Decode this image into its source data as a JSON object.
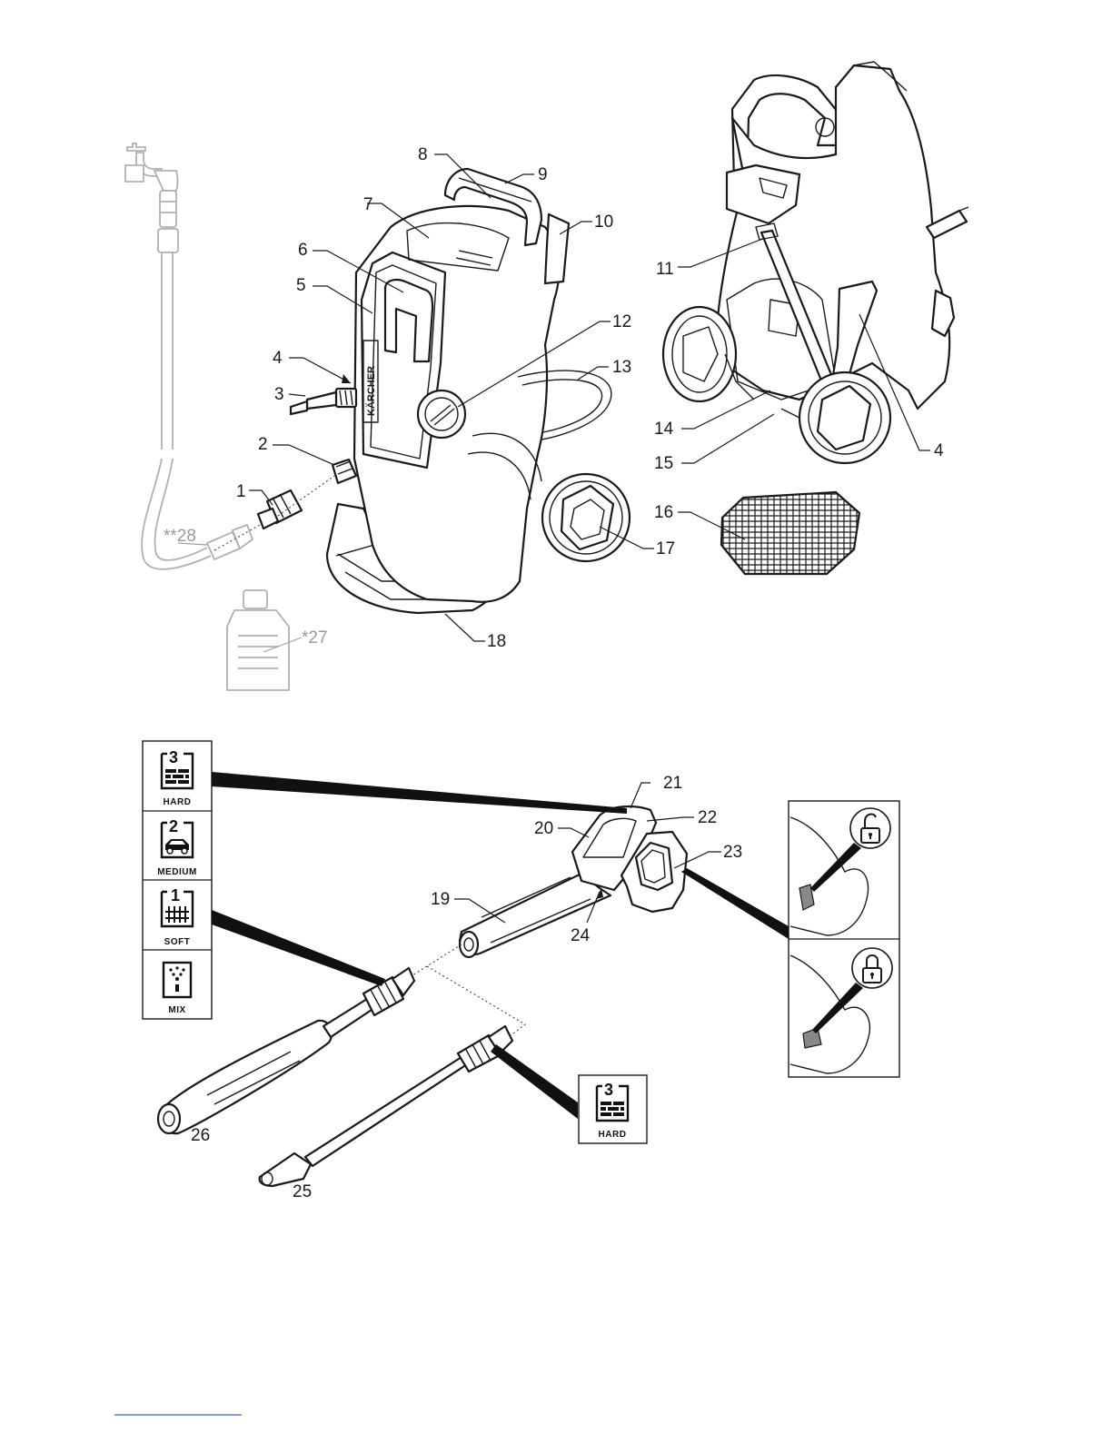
{
  "callouts": {
    "c1": "1",
    "c2": "2",
    "c3": "3",
    "c4a": "4",
    "c4b": "4",
    "c5": "5",
    "c6": "6",
    "c7": "7",
    "c8": "8",
    "c9": "9",
    "c10": "10",
    "c11": "11",
    "c12": "12",
    "c13": "13",
    "c14": "14",
    "c15": "15",
    "c16": "16",
    "c17": "17",
    "c18": "18",
    "c19": "19",
    "c20": "20",
    "c21": "21",
    "c22": "22",
    "c23": "23",
    "c24": "24",
    "c25": "25",
    "c26": "26",
    "c27": "*27",
    "c28": "**28"
  },
  "nozzle_panel": {
    "hard_number": "3",
    "hard_label": "HARD",
    "medium_number": "2",
    "medium_label": "MEDIUM",
    "soft_number": "1",
    "soft_label": "SOFT",
    "mix_label": "MIX"
  },
  "lance_badge": {
    "number": "3",
    "label": "HARD"
  },
  "brand_text": "KÄRCHER",
  "icons": [
    "tap-icon",
    "lock-open-icon",
    "lock-closed-icon",
    "brick-wall-icon",
    "car-icon",
    "fence-icon",
    "spray-icon"
  ],
  "colors": {
    "line": "#1a1a1a",
    "accessory_grey": "#9a9a9a",
    "background": "#ffffff"
  }
}
